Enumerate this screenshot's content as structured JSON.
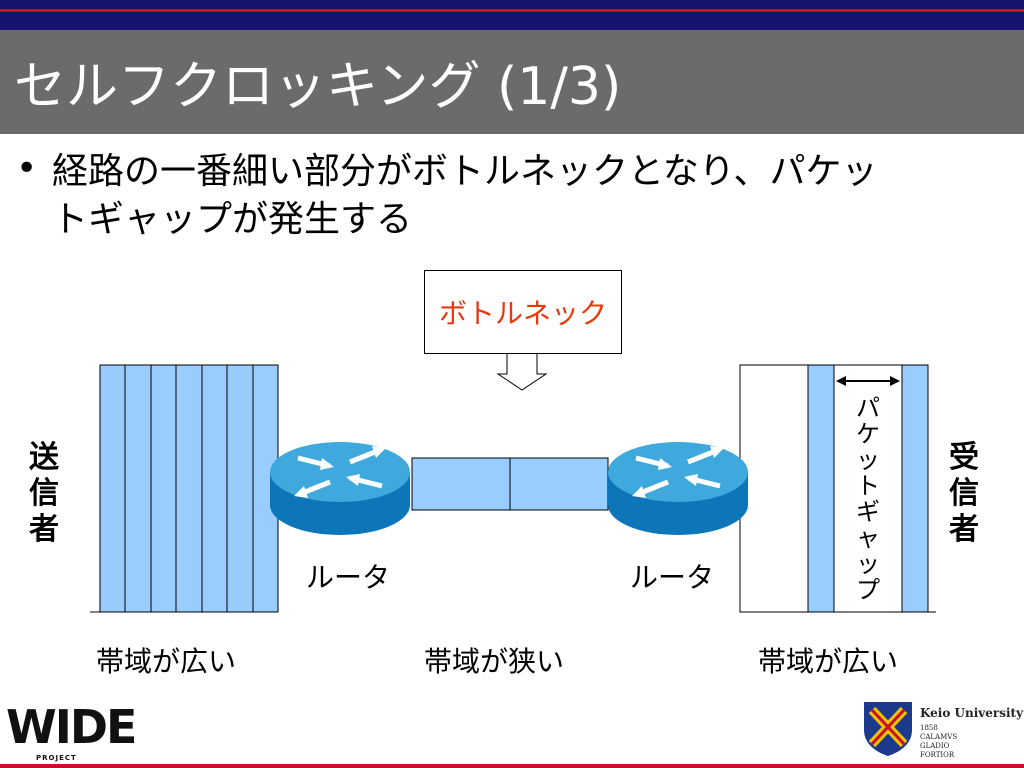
{
  "slide": {
    "title": "セルフクロッキング (1/3)",
    "bullet_marker": "•",
    "bullet_line1": "経路の一番細い部分がボトルネックとなり、パケッ",
    "bullet_line2": "トギャップが発生する"
  },
  "diagram": {
    "callout": "ボトルネック",
    "sender": [
      "送",
      "信",
      "者"
    ],
    "receiver": [
      "受",
      "信",
      "者"
    ],
    "router_left": "ルータ",
    "router_right": "ルータ",
    "packet_gap": [
      "パ",
      "ケ",
      "ッ",
      "ト",
      "ギ",
      "ャ",
      "ッ",
      "プ"
    ],
    "bandwidth_left": "帯域が広い",
    "bandwidth_middle": "帯域が狭い",
    "bandwidth_right": "帯域が広い",
    "colors": {
      "packet_fill": "#99ccff",
      "router_top": "#3fa9dd",
      "router_side": "#0d76b8",
      "callout_text": "#e8380d"
    }
  },
  "footer": {
    "wide_logo": "WIDE",
    "wide_sub": "PROJECT",
    "keio_name": "Keio University",
    "keio_year": "1858",
    "keio_motto1": "CALAMVS",
    "keio_motto2": "GLADIO",
    "keio_motto3": "FORTIOR"
  }
}
